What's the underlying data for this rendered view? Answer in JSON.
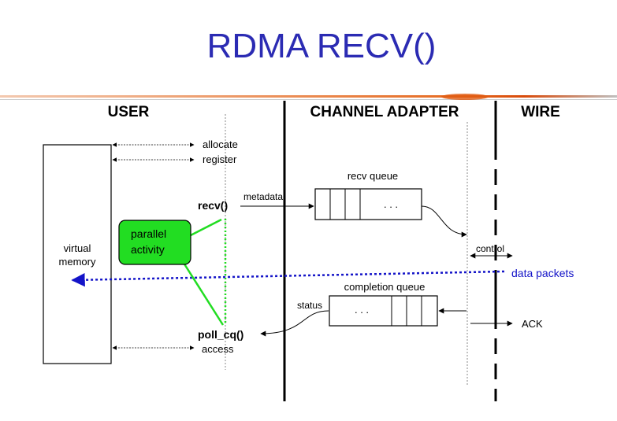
{
  "title": "RDMA RECV()",
  "headers": {
    "user": "USER",
    "channel_adapter": "CHANNEL ADAPTER",
    "wire": "WIRE"
  },
  "labels": {
    "allocate": "allocate",
    "register": "register",
    "recv_call": "recv()",
    "metadata": "metadata",
    "recv_queue": "recv queue",
    "queue_dots": ". . .",
    "virtual": "virtual",
    "memory": "memory",
    "parallel": "parallel",
    "activity": "activity",
    "control": "control",
    "data_packets": "data packets",
    "completion_queue": "completion queue",
    "status": "status",
    "poll_cq": "poll_cq()",
    "access": "access",
    "ack": "ACK"
  },
  "colors": {
    "title": "#2b2bb3",
    "data_packets": "#1414c8",
    "parallel_box": "#22dd22",
    "parallel_lines": "#22dd22",
    "title_rule": "#e05a10"
  }
}
